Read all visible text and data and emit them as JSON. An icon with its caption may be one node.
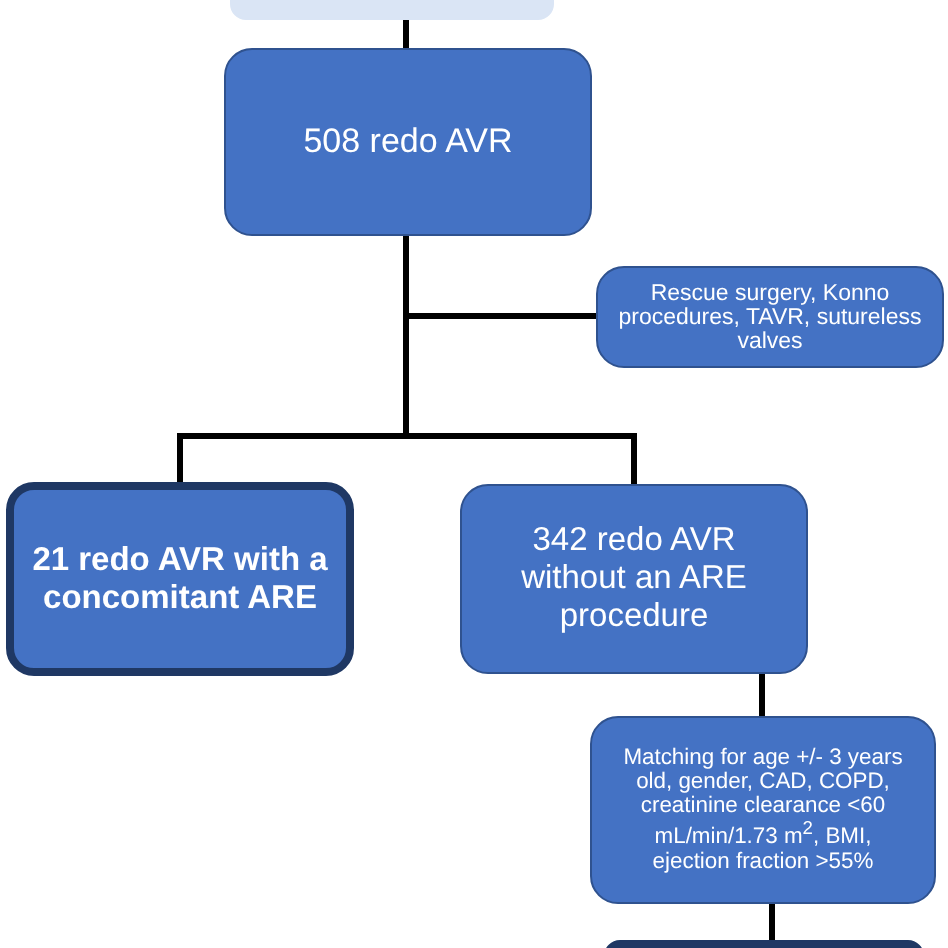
{
  "diagram": {
    "nodes": [
      {
        "text": [],
        "shape": "box"
      },
      {
        "text": [
          "508 redo AVR"
        ]
      },
      {
        "text": [
          "Rescue surgery, Konno procedures, TAVR, sutureless valves"
        ]
      },
      {
        "text": [
          "21 redo AVR with a concomitant ARE"
        ]
      },
      {
        "text": [
          "342 redo AVR without an ARE procedure"
        ]
      },
      {
        "text": [
          "Matching for age +/- 3 years old, gender, CAD, COPD, creatinine clearance <60 mL/min/1.73 m$^{2}$, BMI, ejection fraction >55%"
        ]
      },
      {
        "text": [],
        "shape": "box"
      }
    ],
    "edges": [
      {
        "from": 0,
        "to": 1,
        "arrow": "none"
      },
      {
        "from": 1,
        "to": 2,
        "arrow": "none"
      },
      {
        "from": 1,
        "to": 3,
        "arrow": "none"
      },
      {
        "from": 1,
        "to": 4,
        "arrow": "none"
      },
      {
        "from": 4,
        "to": 5,
        "arrow": "none"
      },
      {
        "from": 5,
        "to": 6,
        "arrow": "none"
      }
    ]
  }
}
